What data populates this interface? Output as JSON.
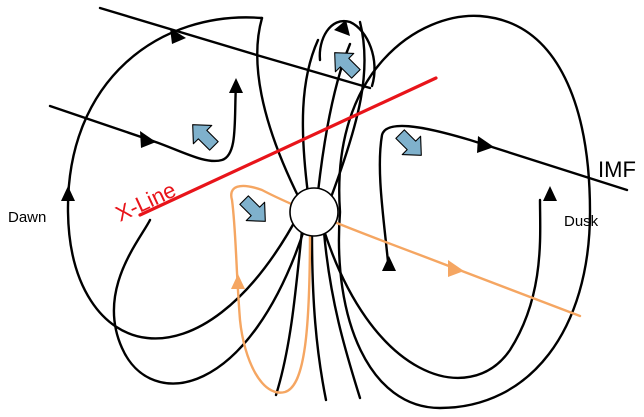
{
  "labels": {
    "imf": "IMF",
    "x_line": "X-Line",
    "dawn": "Dawn",
    "dusk": "Dusk"
  },
  "colors": {
    "field_lines": "#000000",
    "x_line": "#e8141a",
    "reconnected_field_line": "#f5a662",
    "flow_arrows": "#7fb1cc",
    "background": "#ffffff"
  },
  "icons": {
    "flow_arrow": "block-arrow-icon",
    "field_direction": "triangle-arrowhead-icon"
  }
}
